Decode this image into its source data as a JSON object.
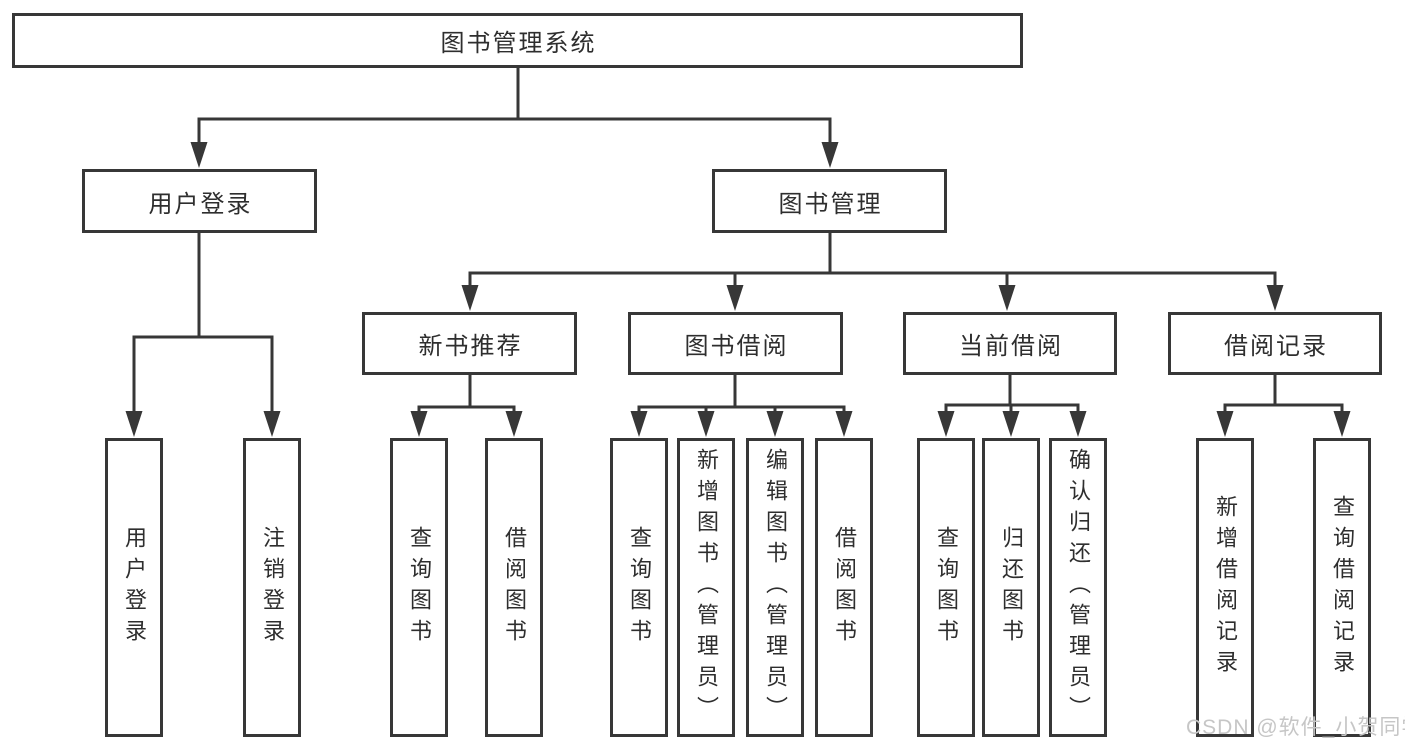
{
  "tree": {
    "root": {
      "label": "图书管理系统",
      "children": [
        {
          "label": "用户登录",
          "children": [
            {
              "label": "用户登录"
            },
            {
              "label": "注销登录"
            }
          ]
        },
        {
          "label": "图书管理",
          "children": [
            {
              "label": "新书推荐",
              "children": [
                {
                  "label": "查询图书"
                },
                {
                  "label": "借阅图书"
                }
              ]
            },
            {
              "label": "图书借阅",
              "children": [
                {
                  "label": "查询图书"
                },
                {
                  "label": "新增图书（管理员）"
                },
                {
                  "label": "编辑图书（管理员）"
                },
                {
                  "label": "借阅图书"
                }
              ]
            },
            {
              "label": "当前借阅",
              "children": [
                {
                  "label": "查询图书"
                },
                {
                  "label": "归还图书"
                },
                {
                  "label": "确认归还（管理员）"
                }
              ]
            },
            {
              "label": "借阅记录",
              "children": [
                {
                  "label": "新增借阅记录"
                },
                {
                  "label": "查询借阅记录"
                }
              ]
            }
          ]
        }
      ]
    }
  },
  "watermark": "CSDN @软件_小贺同学",
  "colors": {
    "line": "#373737",
    "border": "#373737",
    "text": "#2e2e2e",
    "watermark": "#c6c6c6",
    "background": "#ffffff"
  }
}
